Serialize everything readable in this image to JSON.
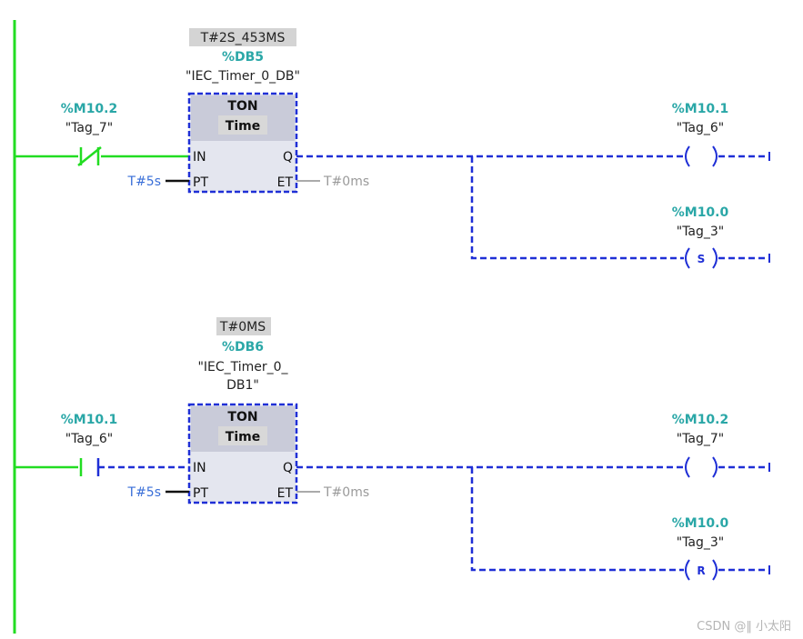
{
  "networks": [
    {
      "timer": {
        "preset_value": "T#2S_453MS",
        "db_address": "%DB5",
        "db_name_lines": [
          "\"IEC_Timer_0_DB\""
        ],
        "type": "TON",
        "subtitle": "Time",
        "pin_in": "IN",
        "pin_pt": "PT",
        "pin_q": "Q",
        "pin_et": "ET",
        "pt_value": "T#5s",
        "et_value": "T#0ms"
      },
      "contact": {
        "type": "normally-closed",
        "address": "%M10.2",
        "tag": "\"Tag_7\""
      },
      "coils": [
        {
          "address": "%M10.1",
          "tag": "\"Tag_6\"",
          "symbol": ""
        },
        {
          "address": "%M10.0",
          "tag": "\"Tag_3\"",
          "symbol": "S"
        }
      ]
    },
    {
      "timer": {
        "preset_value": "T#0MS",
        "db_address": "%DB6",
        "db_name_lines": [
          "\"IEC_Timer_0_",
          "DB1\""
        ],
        "type": "TON",
        "subtitle": "Time",
        "pin_in": "IN",
        "pin_pt": "PT",
        "pin_q": "Q",
        "pin_et": "ET",
        "pt_value": "T#5s",
        "et_value": "T#0ms"
      },
      "contact": {
        "type": "normally-open",
        "address": "%M10.1",
        "tag": "\"Tag_6\""
      },
      "coils": [
        {
          "address": "%M10.2",
          "tag": "\"Tag_7\"",
          "symbol": ""
        },
        {
          "address": "%M10.0",
          "tag": "\"Tag_3\"",
          "symbol": "R"
        }
      ]
    }
  ],
  "watermark": "CSDN @‖ 小太阳",
  "colors": {
    "rail": "#22dd22",
    "wire_active": "#1f2fd6",
    "address": "#2aa7a7",
    "parameter": "#3a6fd8"
  }
}
